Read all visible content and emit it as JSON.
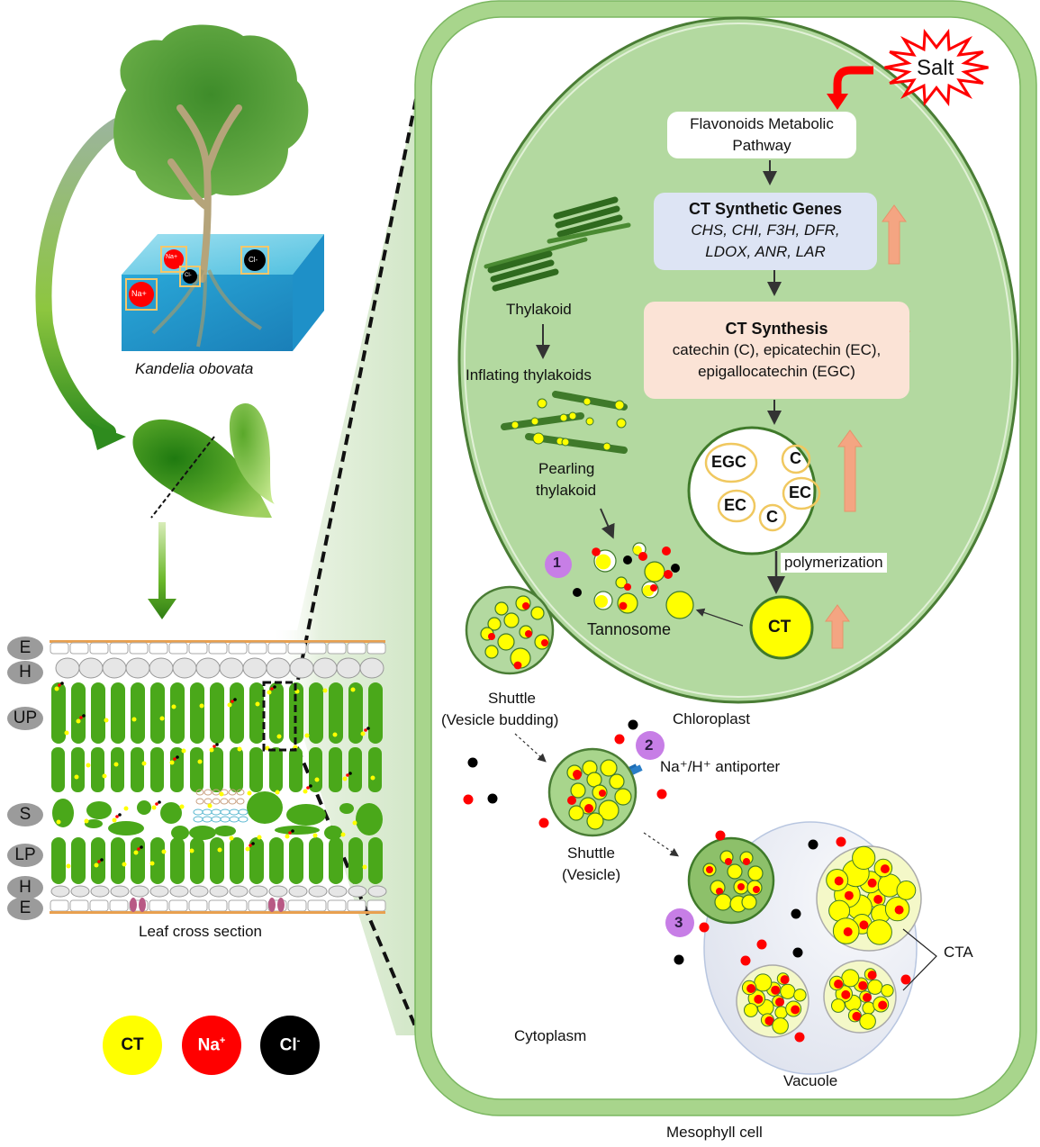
{
  "colors": {
    "ct": "#ffff00",
    "na": "#ff0000",
    "cl": "#000000",
    "cell_wall": "#a8d58c",
    "chloroplast": "#b3d9a0",
    "genes_box": "#dde4f4",
    "synthesis_box": "#fbe3d6",
    "up_arrow": "#f4a582",
    "step_badge": "#c77ee6",
    "salt": "#ff0000"
  },
  "left_panel": {
    "species_label": "Kandelia obovata",
    "water_ions": [
      "Na+",
      "Cl-",
      "Na+",
      "Cl-"
    ],
    "layer_labels": [
      "E",
      "H",
      "UP",
      "S",
      "LP",
      "H",
      "E"
    ],
    "cross_section_label": "Leaf cross section"
  },
  "legend": [
    {
      "symbol": "CT",
      "sup": "",
      "color": "#ffff00",
      "text_color": "#000000"
    },
    {
      "symbol": "Na",
      "sup": "+",
      "color": "#ff0000",
      "text_color": "#ffffff"
    },
    {
      "symbol": "Cl",
      "sup": "-",
      "color": "#000000",
      "text_color": "#ffffff"
    }
  ],
  "cell": {
    "stress_label": "Salt",
    "pathway_box": "Flavonoids Metabolic Pathway",
    "genes_box": {
      "title": "CT Synthetic Genes",
      "genes_line1": "CHS, CHI, F3H, DFR,",
      "genes_line2": "LDOX, ANR, LAR"
    },
    "synthesis_box": {
      "title": "CT Synthesis",
      "line1": "catechin (C), epicatechin (EC),",
      "line2": "epigallocatechin (EGC)"
    },
    "monomers": [
      "EGC",
      "C",
      "EC",
      "EC",
      "C"
    ],
    "polymerization_label": "polymerization",
    "ct_label": "CT",
    "thylakoid_label": "Thylakoid",
    "inflating_label": "Inflating thylakoids",
    "pearling_label_1": "Pearling",
    "pearling_label_2": "thylakoid",
    "tannosome_label": "Tannosome",
    "chloroplast_label": "Chloroplast",
    "shuttle_budding_1": "Shuttle",
    "shuttle_budding_2": "(Vesicle budding)",
    "shuttle_vesicle_1": "Shuttle",
    "shuttle_vesicle_2": "(Vesicle)",
    "antiporter_label": "Na⁺/H⁺ antiporter",
    "cta_label": "CTA",
    "cytoplasm_label": "Cytoplasm",
    "vacuole_label": "Vacuole",
    "mesophyll_label": "Mesophyll cell",
    "steps": [
      "1",
      "2",
      "3"
    ]
  }
}
